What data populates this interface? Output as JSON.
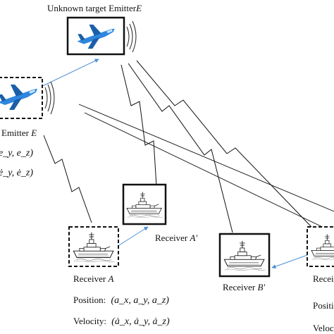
{
  "title": {
    "text": "Unknown target Emitter",
    "symbol": "E"
  },
  "emitter_left": {
    "label": "Emitter",
    "symbol": "E",
    "position_partial": "e_y, e_z)",
    "velocity_partial": "ė_y, ė_z)"
  },
  "receiver_a": {
    "label": "Receiver",
    "symbol": "A",
    "position_label": "Position:",
    "position_value": "(a_x, a_y, a_z)",
    "velocity_label": "Velocity:",
    "velocity_value": "(ȧ_x, ȧ_y, ȧ_z)"
  },
  "receiver_a_prime": {
    "label": "Receiver",
    "symbol": "A′"
  },
  "receiver_b_prime": {
    "label": "Receiver",
    "symbol": "B′"
  },
  "receiver_b_partial": {
    "label": "Recei",
    "position_label": "Positi",
    "velocity_label": "Velocit"
  },
  "icons": [
    "jet-icon",
    "ship-icon",
    "signal-arc-icon",
    "lightning-link-icon"
  ],
  "colors": {
    "line": "#111111",
    "arrow": "#4a8fd6",
    "jet_body": "#2e86de",
    "jet_dark": "#1a5fa8"
  }
}
